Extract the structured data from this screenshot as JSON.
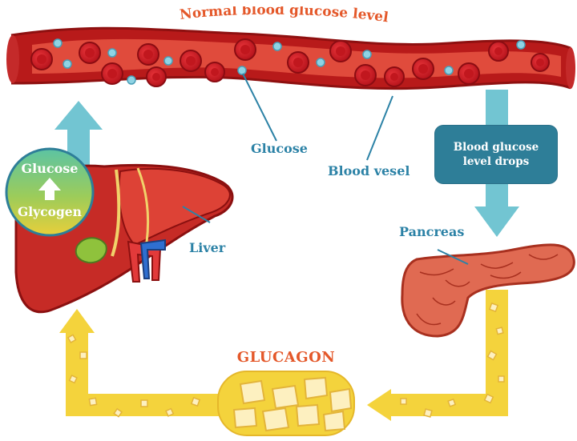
{
  "title": "Normal blood glucose level",
  "labels": {
    "glucose": "Glucose",
    "blood_vessel": "Blood vesel",
    "liver": "Liver",
    "pancreas": "Pancreas",
    "glucagon": "GLUCAGON",
    "drops": "Blood glucose level drops"
  },
  "circle": {
    "top": "Glucose",
    "bottom": "Glycogen"
  },
  "colors": {
    "vessel": "#c8201e",
    "vessel_inner": "#e24a3a",
    "blood_cell": "#d11c23",
    "glucose_dot": "#8fd3e4",
    "arrow_blue": "#72c5d2",
    "box_blue": "#2e7e98",
    "glucagon_yellow": "#f4d33c",
    "label_blue": "#2c82a6",
    "glucagon_text": "#e4582a",
    "liver": "#c62b26",
    "pancreas": "#e06a52"
  }
}
